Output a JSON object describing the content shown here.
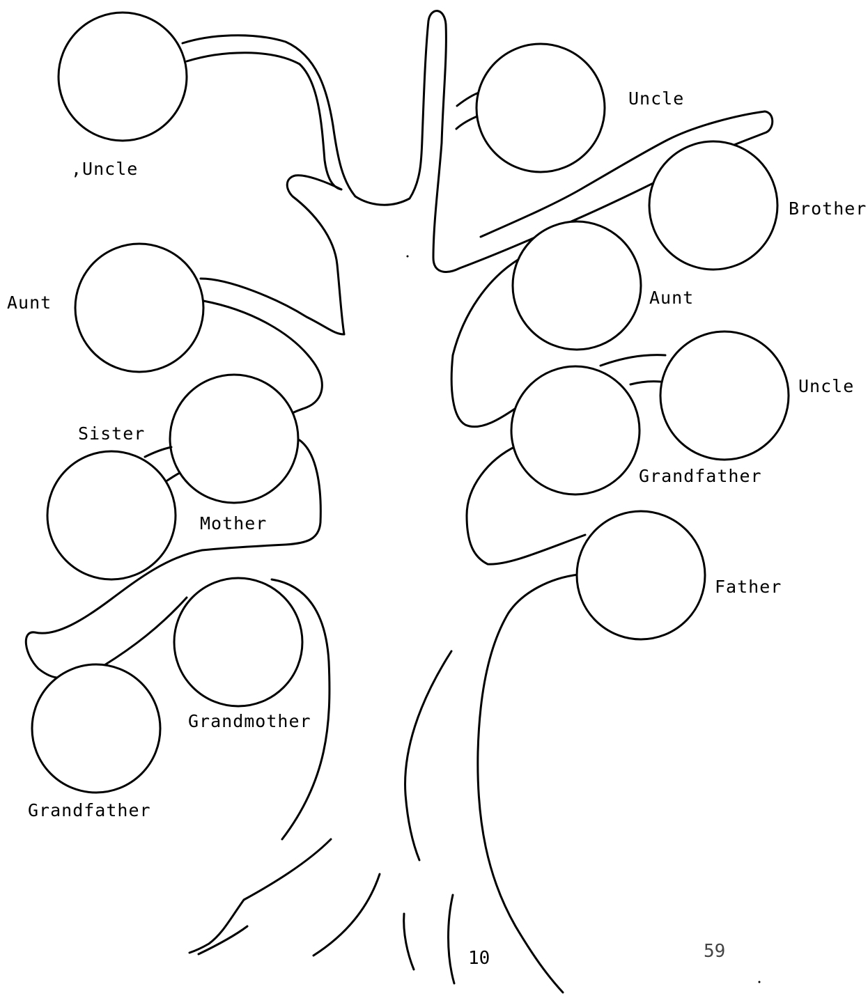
{
  "diagram": {
    "labels": {
      "uncle_top_left": ",Uncle",
      "uncle_top_right": "Uncle",
      "brother": "Brother",
      "aunt_left": "Aunt",
      "aunt_right": "Aunt",
      "sister": "Sister",
      "uncle_right_mid": "Uncle",
      "mother": "Mother",
      "grandfather_right": "Grandfather",
      "father": "Father",
      "grandmother": "Grandmother",
      "grandfather_left": "Grandfather"
    },
    "page_number": "10",
    "footer_mark": "59"
  }
}
